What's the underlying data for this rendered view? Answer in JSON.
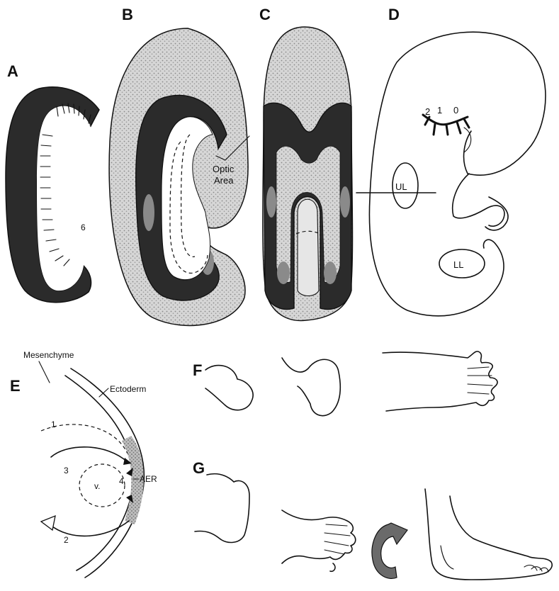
{
  "panels": {
    "a": "A",
    "b": "B",
    "c": "C",
    "d": "D",
    "e": "E",
    "f": "F",
    "g": "G"
  },
  "labels": {
    "a_number": "6",
    "optic_area_line1": "Optic",
    "optic_area_line2": "Area",
    "d_num_2": "2",
    "d_num_1": "1",
    "d_num_0": "0",
    "upper_limb": "UL",
    "lower_limb": "LL",
    "mesenchyme": "Mesenchyme",
    "ectoderm": "Ectoderm",
    "aer": "AER",
    "e_num_1": "1",
    "e_num_2": "2",
    "e_num_3": "3",
    "e_num_4": "4",
    "vessel": "v."
  },
  "colors": {
    "dark_band": "#2b2b2b",
    "mid_gray": "#8a8a8a",
    "light_gray": "#cfcfcf",
    "ink": "#111111"
  }
}
